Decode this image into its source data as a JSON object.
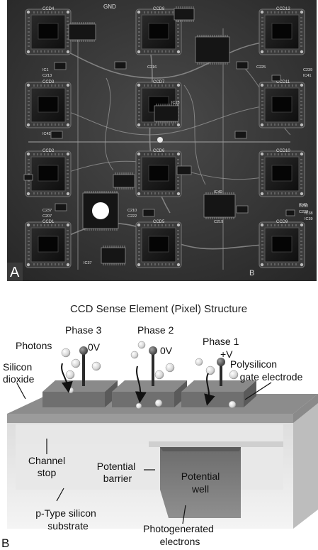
{
  "panel_a": {
    "letter": "A",
    "corner_letter": "B",
    "ccd_labels": [
      "CCD4",
      "CCD8",
      "CCD12",
      "CCD3",
      "CCD7",
      "CCD11",
      "CCD2",
      "CCD6",
      "CCD10",
      "CCD1",
      "CCD5",
      "CCD9"
    ],
    "ic_labels": [
      "GND",
      "IC13",
      "IC40",
      "IC37",
      "IC1",
      "C213",
      "C216",
      "C225",
      "C237",
      "C207",
      "C210",
      "C222",
      "C219",
      "C232",
      "C238",
      "C239",
      "IC41",
      "IC42",
      "IC43",
      "IC38",
      "IC39"
    ]
  },
  "panel_b": {
    "letter": "B",
    "title": "CCD Sense Element (Pixel) Structure",
    "labels": {
      "photons": "Photons",
      "phase3": "Phase 3",
      "phase2": "Phase 2",
      "phase1": "Phase 1",
      "v3": "0V",
      "v2": "0V",
      "v1": "+V",
      "silicon_dioxide_1": "Silicon",
      "silicon_dioxide_2": "dioxide",
      "polysilicon_1": "Polysilicon",
      "polysilicon_2": "gate electrode",
      "channel_stop_1": "Channel",
      "channel_stop_2": "stop",
      "potential_barrier_1": "Potential",
      "potential_barrier_2": "barrier",
      "potential_well_1": "Potential",
      "potential_well_2": "well",
      "substrate_1": "p-Type silicon",
      "substrate_2": "substrate",
      "photogenerated_1": "Photogenerated",
      "photogenerated_2": "electrons"
    }
  }
}
